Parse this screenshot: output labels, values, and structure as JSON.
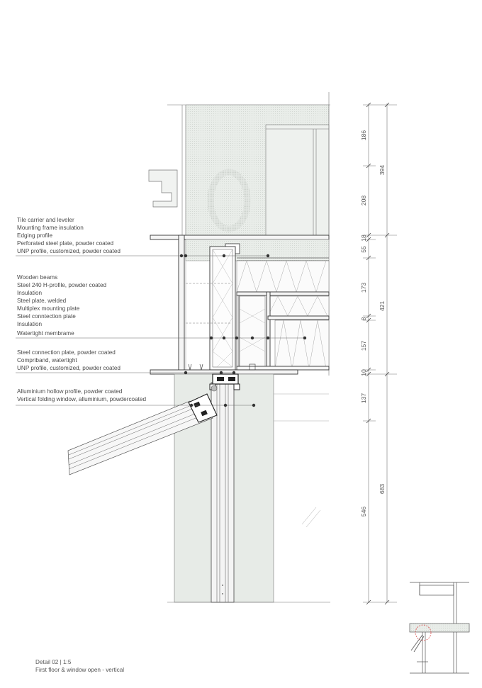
{
  "labels": {
    "group_top": [
      "Tile carrier and leveler",
      "Mounting frame insulation",
      "Edging profile",
      "Perforated steel plate, powder coated",
      "UNP profile, customized, powder coated"
    ],
    "group_mid": [
      "Wooden beams",
      "Steel 240 H-profile, powder coated",
      "Insulation",
      "Steel plate, welded",
      "Multiplex mounting plate",
      "Steel conntection plate",
      "Insulation",
      "Watertight membrame"
    ],
    "group_low": [
      "Steel connection plate, powder coated",
      "Compriband, watertight",
      "UNP profile, customized, powder coated"
    ],
    "group_bottom": [
      "Alluminium hollow profile, powder coated",
      "Vertical folding window, alluminium, powdercoated"
    ]
  },
  "dimensions": {
    "inner": [
      "186",
      "208",
      "18",
      "55",
      "173",
      "8",
      "157",
      "10",
      "137",
      "546"
    ],
    "outer": [
      "394",
      "421",
      "683"
    ]
  },
  "caption": {
    "line1": "Detail 02 | 1:5",
    "line2": "First floor & window open - vertical"
  },
  "colors": {
    "fill": "#e8ece8",
    "line": "#3a3a3a",
    "thin": "#9a9a9a"
  }
}
